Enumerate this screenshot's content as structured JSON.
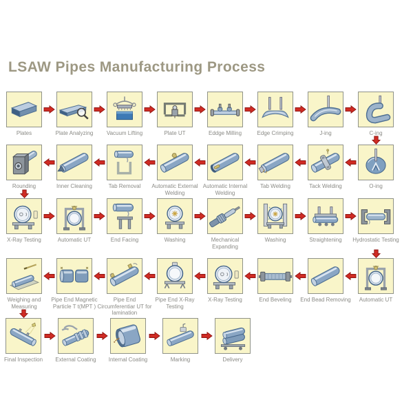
{
  "title": "LSAW Pipes Manufacturing Process",
  "colors": {
    "background": "#ffffff",
    "box_fill": "#f9f5c9",
    "box_border": "#8f9288",
    "title": "#9d9883",
    "label": "#8a8a85",
    "arrow_fill": "#cf2b24",
    "arrow_border": "#8e1410"
  },
  "rows": [
    {
      "flow": "right",
      "steps": [
        {
          "label": "Plates",
          "icon": "plate-icon"
        },
        {
          "label": "Plate Analyzing",
          "icon": "plate-magnifier-icon"
        },
        {
          "label": "Vacuum Lifting",
          "icon": "vacuum-lifter-icon"
        },
        {
          "label": "Plate UT",
          "icon": "ut-frame-icon"
        },
        {
          "label": "Eddge Milling",
          "icon": "edge-milling-icon"
        },
        {
          "label": "Edge Crimping",
          "icon": "edge-crimping-icon"
        },
        {
          "label": "J-ing",
          "icon": "j-press-icon"
        },
        {
          "label": "C-ing",
          "icon": "c-press-icon"
        }
      ]
    },
    {
      "flow": "left",
      "steps": [
        {
          "label": "Rounding",
          "icon": "rounding-machine-icon"
        },
        {
          "label": "Inner Cleaning",
          "icon": "inner-cleaning-icon"
        },
        {
          "label": "Tab Removal",
          "icon": "tab-removal-icon"
        },
        {
          "label": "Automatic External Welding",
          "icon": "external-welding-icon"
        },
        {
          "label": "Automatic Internal Welding",
          "icon": "internal-welding-icon"
        },
        {
          "label": "Tab Welding",
          "icon": "tab-welding-icon"
        },
        {
          "label": "Tack Welding",
          "icon": "tack-welding-icon"
        },
        {
          "label": "O-ing",
          "icon": "o-press-icon"
        }
      ]
    },
    {
      "flow": "right",
      "steps": [
        {
          "label": "X-Ray Testing",
          "icon": "xray-machine-icon"
        },
        {
          "label": "Automatic UT",
          "icon": "pipe-gantry-icon"
        },
        {
          "label": "End Facing",
          "icon": "end-facing-icon"
        },
        {
          "label": "Washing",
          "icon": "washing-icon"
        },
        {
          "label": "Mechanical Expanding",
          "icon": "expander-icon"
        },
        {
          "label": "Washing",
          "icon": "washing-frame-icon"
        },
        {
          "label": "Straightening",
          "icon": "straightener-icon"
        },
        {
          "label": "Hydrostatic Testing",
          "icon": "hydro-press-icon"
        }
      ]
    },
    {
      "flow": "left",
      "steps": [
        {
          "label": "Weighing and Measuring",
          "icon": "weighing-icon"
        },
        {
          "label": "Pipe End Magnetic Particle T t(MPT )",
          "icon": "two-pipes-icon"
        },
        {
          "label": "Pipe End Circumferentiar UT for lamination",
          "icon": "pipe-probes-icon"
        },
        {
          "label": "Pipe End X-Ray Testing",
          "icon": "pipe-end-xray-icon"
        },
        {
          "label": "X-Ray Testing",
          "icon": "xray-machine-icon"
        },
        {
          "label": "End Beveling",
          "icon": "beveler-icon"
        },
        {
          "label": "End Bead Removing",
          "icon": "pipe-plain-icon"
        },
        {
          "label": "Automatic UT",
          "icon": "pipe-gantry-icon"
        }
      ]
    },
    {
      "flow": "right",
      "steps": [
        {
          "label": "Final Inspection",
          "icon": "inspection-icon"
        },
        {
          "label": "External Coating",
          "icon": "external-coating-icon"
        },
        {
          "label": "Internal Coating",
          "icon": "internal-coating-icon"
        },
        {
          "label": "Marking",
          "icon": "marking-icon"
        },
        {
          "label": "Delivery",
          "icon": "pipe-stack-icon"
        }
      ]
    }
  ],
  "connectors": [
    {
      "from": "C-ing",
      "to": "O-ing",
      "col": 7,
      "to_row": 1
    },
    {
      "from": "Rounding",
      "to": "X-Ray Testing",
      "col": 0,
      "to_row": 2
    },
    {
      "from": "Hydrostatic Testing",
      "to": "Automatic UT",
      "col": 7,
      "to_row": 3
    },
    {
      "from": "Weighing and Measuring",
      "to": "Final Inspection",
      "col": 0,
      "to_row": 4
    }
  ]
}
